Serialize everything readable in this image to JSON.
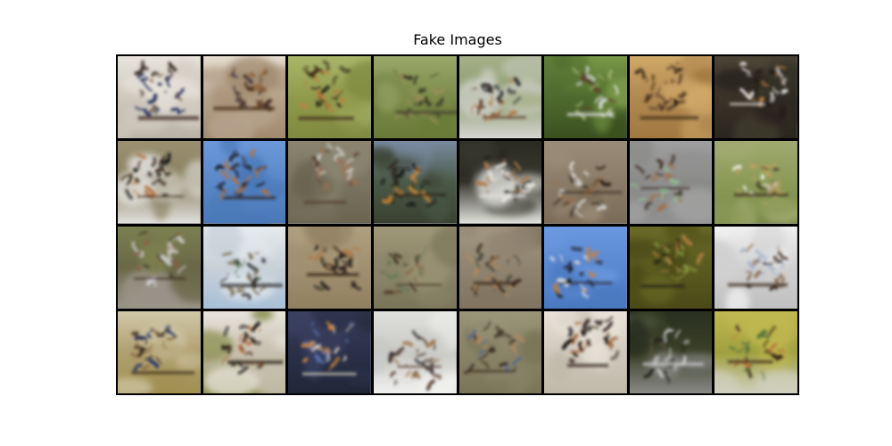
{
  "title": "Fake Images",
  "grid": {
    "rows": 4,
    "cols": 8,
    "tiles": [
      {
        "bg": "#cfc8bd",
        "top": "#e8e4dc",
        "bottom": "#b9b2a6",
        "subject": [
          "#3a2a22",
          "#7a5a40",
          "#1e2a5a"
        ]
      },
      {
        "bg": "#b6a38c",
        "top": "#e6ddd0",
        "bottom": "#a08a6e",
        "subject": [
          "#4a3020",
          "#8a6038",
          "#2a2a3a"
        ]
      },
      {
        "bg": "#8f9a4c",
        "top": "#a9b66a",
        "bottom": "#7f8a40",
        "subject": [
          "#3a2a18",
          "#c08040",
          "#201810"
        ]
      },
      {
        "bg": "#7c8a4a",
        "top": "#9aa86a",
        "bottom": "#6a7a38",
        "subject": [
          "#4a4a30",
          "#a09060",
          "#303020"
        ]
      },
      {
        "bg": "#8a9a6c",
        "top": "#a6b08a",
        "bottom": "#d6d6d2",
        "subject": [
          "#5a3a28",
          "#b07848",
          "#303030"
        ]
      },
      {
        "bg": "#4f6a2e",
        "top": "#7a9a48",
        "bottom": "#3a5020",
        "subject": [
          "#d8dce0",
          "#5a4028",
          "#a0b070"
        ]
      },
      {
        "bg": "#b08850",
        "top": "#d0a868",
        "bottom": "#a07840",
        "subject": [
          "#3a2818",
          "#6a4a30",
          "#201810"
        ]
      },
      {
        "bg": "#3a3428",
        "top": "#4a4436",
        "bottom": "#2a261e",
        "subject": [
          "#e8e8e6",
          "#c08040",
          "#1a1410"
        ]
      },
      {
        "bg": "#8a8060",
        "top": "#9a9070",
        "bottom": "#e0e0dc",
        "subject": [
          "#3a2818",
          "#b06a38",
          "#1a1a1a"
        ]
      },
      {
        "bg": "#5a88c8",
        "top": "#6a98d8",
        "bottom": "#4a78b8",
        "subject": [
          "#2a1a10",
          "#c07030",
          "#101010"
        ]
      },
      {
        "bg": "#7a7460",
        "top": "#8a8470",
        "bottom": "#6a6450",
        "subject": [
          "#5a4030",
          "#a07050",
          "#d0d0c8"
        ]
      },
      {
        "bg": "#4a5a48",
        "top": "#7a8aa0",
        "bottom": "#3a4030",
        "subject": [
          "#2a1a10",
          "#d08838",
          "#101010"
        ]
      },
      {
        "bg": "#3a3a30",
        "top": "#2a2a22",
        "bottom": "#e0e0dc",
        "subject": [
          "#e8e6e0",
          "#b07848",
          "#202018"
        ]
      },
      {
        "bg": "#8a7c68",
        "top": "#9a8c78",
        "bottom": "#7a6c58",
        "subject": [
          "#2a2018",
          "#a06a40",
          "#e0e0e0"
        ]
      },
      {
        "bg": "#8a8a88",
        "top": "#a0a0a0",
        "bottom": "#909090",
        "subject": [
          "#3a2a20",
          "#a07048",
          "#90b890"
        ]
      },
      {
        "bg": "#8c9a58",
        "top": "#a0aa70",
        "bottom": "#7a8a48",
        "subject": [
          "#3a3020",
          "#c0a060",
          "#ffffff"
        ]
      },
      {
        "bg": "#6a6848",
        "top": "#7a8050",
        "bottom": "#9a9488",
        "subject": [
          "#3a2a20",
          "#8a6040",
          "#d0d0d0"
        ]
      },
      {
        "bg": "#c8d0d8",
        "top": "#e6eaee",
        "bottom": "#a8c0d8",
        "subject": [
          "#2a2a2a",
          "#7a6a50",
          "#4a6a48"
        ]
      },
      {
        "bg": "#a09070",
        "top": "#b0a080",
        "bottom": "#908060",
        "subject": [
          "#2a1a14",
          "#b07848",
          "#101010"
        ]
      },
      {
        "bg": "#8a8468",
        "top": "#a09878",
        "bottom": "#7a7458",
        "subject": [
          "#4a3a2a",
          "#8a7050",
          "#6a7a5a"
        ]
      },
      {
        "bg": "#908470",
        "top": "#a09680",
        "bottom": "#807460",
        "subject": [
          "#3a2a20",
          "#c08858",
          "#4a4a40"
        ]
      },
      {
        "bg": "#5a88d0",
        "top": "#6a98e0",
        "bottom": "#4a78c0",
        "subject": [
          "#1a1410",
          "#d08030",
          "#e0e0e0"
        ]
      },
      {
        "bg": "#5a5a20",
        "top": "#6a6a28",
        "bottom": "#4a4a18",
        "subject": [
          "#1a1a10",
          "#b08040",
          "#8a9a40"
        ]
      },
      {
        "bg": "#d0d0d0",
        "top": "#f0f0f0",
        "bottom": "#c0c0c0",
        "subject": [
          "#3a2a20",
          "#8a6a50",
          "#a0b0c8"
        ]
      },
      {
        "bg": "#b0a070",
        "top": "#d0c8a8",
        "bottom": "#a09050",
        "subject": [
          "#3a2a20",
          "#8a6a40",
          "#2a3a6a"
        ]
      },
      {
        "bg": "#c8c0b0",
        "top": "#e8e4dc",
        "bottom": "#8a9050",
        "subject": [
          "#2a1a10",
          "#b06838",
          "#101010"
        ]
      },
      {
        "bg": "#2a3048",
        "top": "#3a4060",
        "bottom": "#202838",
        "subject": [
          "#e0d8c8",
          "#d08840",
          "#5a7ab8"
        ]
      },
      {
        "bg": "#c8c8c4",
        "top": "#e0e0dc",
        "bottom": "#f0f0ee",
        "subject": [
          "#5a4030",
          "#a07850",
          "#3a3030"
        ]
      },
      {
        "bg": "#8a8468",
        "top": "#9a9478",
        "bottom": "#7a7458",
        "subject": [
          "#3a2a20",
          "#b08860",
          "#5a6a8a"
        ]
      },
      {
        "bg": "#d0c8bc",
        "top": "#e8e2d8",
        "bottom": "#c0b8a8",
        "subject": [
          "#2a1a14",
          "#a06a40",
          "#101010"
        ]
      },
      {
        "bg": "#3a4028",
        "top": "#2a3020",
        "bottom": "#8a8a88",
        "subject": [
          "#c8c8c8",
          "#5a5040",
          "#202018"
        ]
      },
      {
        "bg": "#a0a040",
        "top": "#c0b850",
        "bottom": "#d0d0c0",
        "subject": [
          "#3a2818",
          "#c07840",
          "#4a6a38"
        ]
      }
    ]
  }
}
